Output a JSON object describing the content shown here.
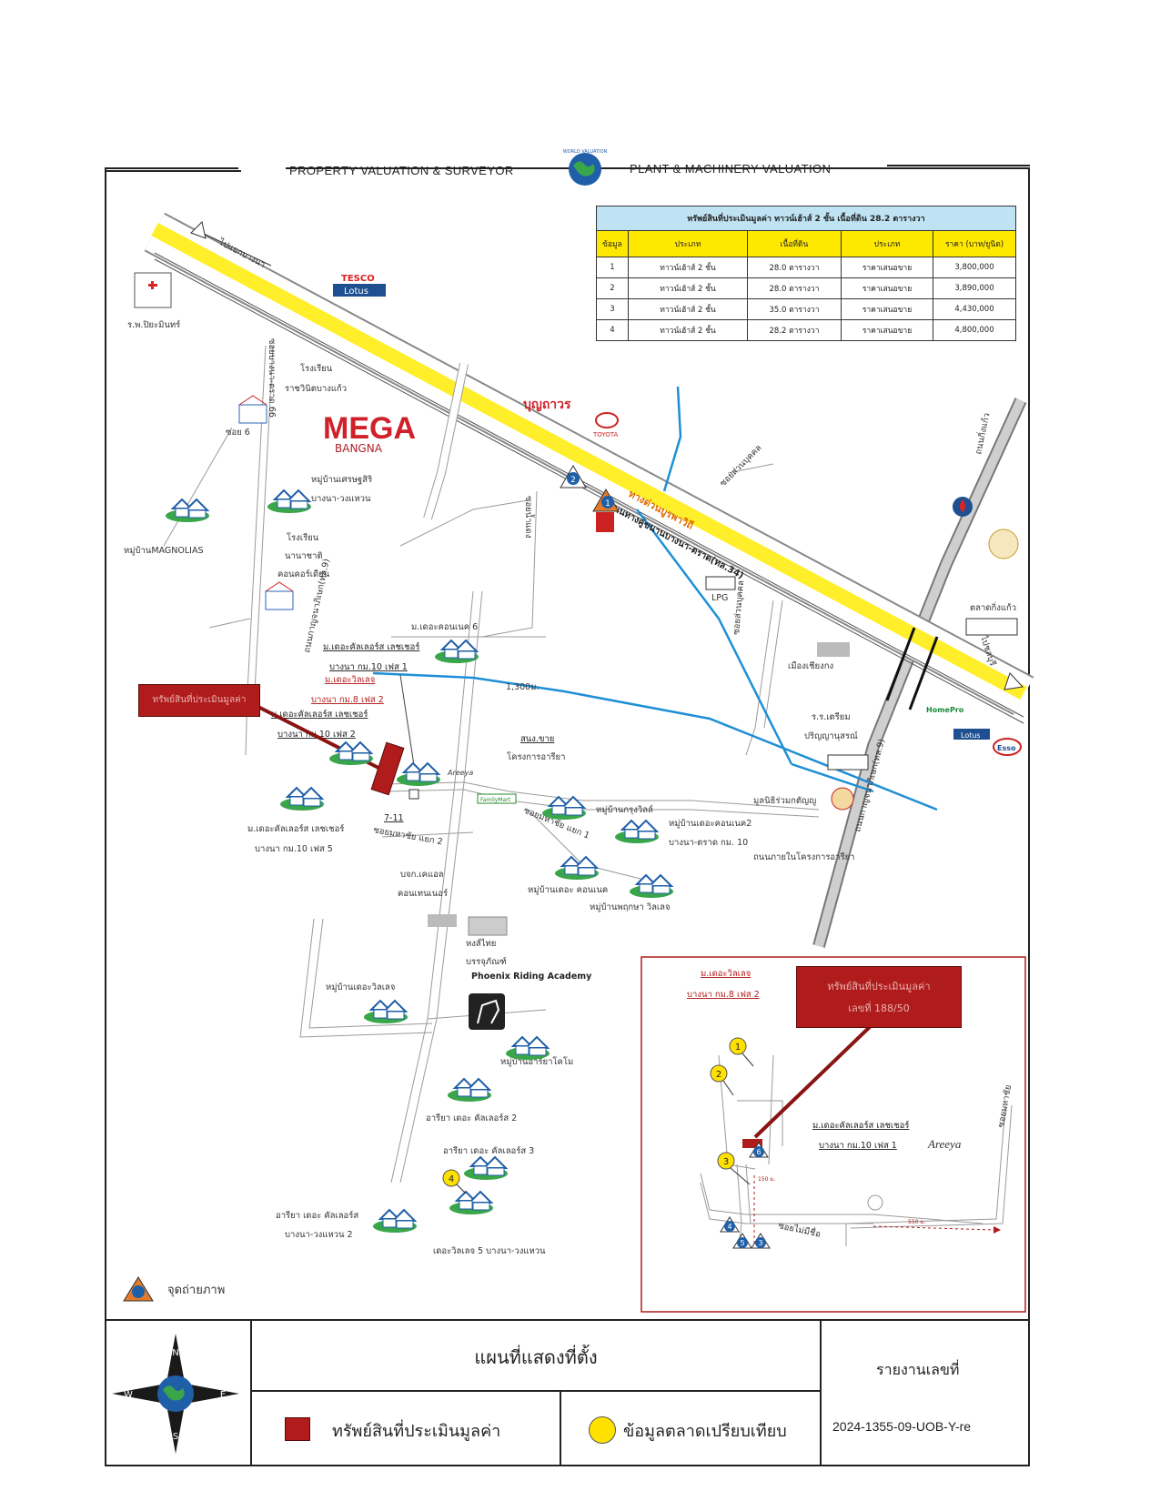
{
  "header": {
    "left_text": "PROPERTY VALUATION  &  SURVEYOR",
    "right_text": "PLANT & MACHINERY VALUATION",
    "logo_text": "WORLD VALUATION"
  },
  "property_table": {
    "caption": "ทรัพย์สินที่ประเมินมูลค่า ทาวน์เฮ้าส์ 2 ชั้น เนื้อที่ดิน 28.2 ตารางวา",
    "headers": [
      "ข้อมูล",
      "ประเภท",
      "เนื้อที่ดิน",
      "ประเภท",
      "ราคา (บาท/ยูนิต)"
    ],
    "rows": [
      [
        "1",
        "ทาวน์เฮ้าส์ 2 ชั้น",
        "28.0 ตารางวา",
        "ราคาเสนอขาย",
        "3,800,000"
      ],
      [
        "2",
        "ทาวน์เฮ้าส์ 2 ชั้น",
        "28.0 ตารางวา",
        "ราคาเสนอขาย",
        "3,890,000"
      ],
      [
        "3",
        "ทาวน์เฮ้าส์ 2 ชั้น",
        "35.0 ตารางวา",
        "ราคาเสนอขาย",
        "4,430,000"
      ],
      [
        "4",
        "ทาวน์เฮ้าส์ 2 ชั้น",
        "28.2 ตารางวา",
        "ราคาเสนอขาย",
        "4,800,000"
      ]
    ]
  },
  "map_labels": {
    "to_bangna_intersection": "ไปแยกบางนา",
    "to_chonburi": "ไปชลบุรี",
    "tesco_top": "TESCO",
    "tesco_bottom": "Lotus",
    "hospital": "ร.พ.ปิยะมินทร์",
    "school_rachawinit_1": "โรงเรียน",
    "school_rachawinit_2": "ราชวินิตบางแก้ว",
    "soi_6": "ซอย 6",
    "soi_66": "ซอยบางนา-ตราด 66",
    "mega_big": "MEGA",
    "mega_small": "BANGNA",
    "boonthavorn": "บุญถาวร",
    "toyota": "TOYOTA",
    "village_setthasiri_1": "หมู่บ้านเศรษฐสิริ",
    "village_setthasiri_2": "บางนา-วงแหวน",
    "village_magnolias": "หมู่บ้านMAGNOLIAS",
    "school_concordian_1": "โรงเรียน",
    "school_concordian_2": "นานาชาติ",
    "school_concordian_3": "คอนคอร์เดียน",
    "expressway": "ทางด่วนบูรพาวิถี",
    "bangna_trad_road": "ถนนทางคู่ขนานบางนา-ตราด(ทล.34)",
    "soi_suan_ruam": "ซอยส่วนบุคคล",
    "soi_nam_daeng": "ซอยน้ำแดง",
    "lpg": "LPG",
    "connect_6": "ม.เดอะคอนเนค 6",
    "road_kanchanaphisek": "ถนนกาญจนาภิเษก(ทล.9)",
    "clusters_1a": "ม.เดอะคัลเลอร์ส เลชเชอร์",
    "clusters_1b": "บางนา กม.10 เฟส 1",
    "ville_phase2a": "ม.เดอะวิลเลจ",
    "ville_phase2b": "บางนา กม.8 เฟส 2",
    "clusters_2a": "ม.เดอะคัลเลอร์ส เลชเชอร์",
    "clusters_2b": "บางนา กม.10 เฟส 2",
    "dist_130": "1,300ม.",
    "subject_callout": "ทรัพย์สินที่ประเมินมูลค่า",
    "sale_office_1": "สนง.ขาย",
    "sale_office_2": "โครงการอารียา",
    "areeya_small": "Areeya",
    "family_mart": "FamilyMart",
    "seven_eleven": "7-11",
    "clusters_5a": "ม.เดอะคัลเลอร์ส เลชเชอร์",
    "clusters_5b": "บางนา กม.10 เฟส 5",
    "soi_mahachai_1": "ซอยมหาชัย แยก 1",
    "soi_mahachai_2": "ซอยมหาชัย แยก 2",
    "village_krungthep": "หมู่บ้านกรุงวิลล์",
    "connect_2a": "หมู่บ้านเดอะคอนเนค2",
    "connect_2b": "บางนา-ตราด กม. 10",
    "village_the_connect": "หมู่บ้านเดอะ คอนเนค",
    "village_pruksa": "หมู่บ้านพฤกษา วิลเลจ",
    "company_1": "บจก.เคแอล",
    "company_2": "คอนเทนเนอร์",
    "riding_1": "หงส์ไทย",
    "riding_2": "บรรจุภัณฑ์",
    "riding_3": "Phoenix Riding Academy",
    "village_the_ville": "หมู่บ้านเดอะวิลเลจ",
    "village_areeya_como": "หมู่บ้านอารียาโคโม",
    "areeya_clusters_2": "อารียา เดอะ คัลเลอร์ส 2",
    "areeya_clusters_3": "อารียา เดอะ คัลเลอร์ส 3",
    "areeya_ring_1": "อารียา เดอะ คัลเลอร์ส",
    "areeya_ring_2": "บางนา-วงแหวน 2",
    "ville_5": "เดอะวิลเลจ 5 บางนา-วงแหวน",
    "road_kingkaew": "ถนนกิ่งแก้ว",
    "market": "ตลาดกิ่งแก้ว",
    "homepro": "HomePro",
    "lotus_small": "Lotus",
    "esso": "Esso",
    "school_pariyat_1": "ร.ร.เตรียม",
    "school_pariyat_2": "ปริญญานุสรณ์",
    "mueang_chiang": "เมืองเชียงกง",
    "foundation": "มูลนิธิร่วมกตัญญู",
    "road_kanchanaphisek_2": "ถนนกาญจนาภิเษก(ทล.9)",
    "areeya_internal_road": "ถนนภายในโครงการอารียา",
    "photo_point": "จุดถ่ายภาพ"
  },
  "inset": {
    "ville_a": "ม.เดอะวิลเลจ",
    "ville_b": "บางนา กม.8 เฟส 2",
    "callout_1": "ทรัพย์สินที่ประเมินมูลค่า",
    "callout_2": "เลขที่ 188/50",
    "clusters_a": "ม.เดอะคัลเลอร์ส เลชเชอร์",
    "clusters_b": "บางนา กม.10 เฟส 1",
    "areeya": "Areeya",
    "soi_mahachai": "ซอยมหาชัย",
    "soi_mai_mi_chue": "ซอยไม่มีชื่อ",
    "dist_150": "150 ม.",
    "dist_550": "550 ม."
  },
  "markers": {
    "comparables": [
      "1",
      "2",
      "3",
      "4"
    ],
    "photo_points": [
      "1",
      "2",
      "3",
      "4",
      "5",
      "6"
    ]
  },
  "footer": {
    "title": "แผนที่แสดงที่ตั้ง",
    "legend_subject": "ทรัพย์สินที่ประเมินมูลค่า",
    "legend_comparable": "ข้อมูลตลาดเปรียบเทียบ",
    "report_label": "รายงานเลขที่",
    "report_number": "2024-1355-09-UOB-Y-re",
    "compass": {
      "n": "N",
      "s": "S",
      "e": "E",
      "w": "W"
    }
  },
  "colors": {
    "expressway": "#ffee2a",
    "subject_red": "#b01c1c",
    "canal_blue": "#1e8fd6",
    "comparable_yellow": "#ffe100",
    "table_caption": "#bfe3f3",
    "table_header": "#ffe800"
  }
}
